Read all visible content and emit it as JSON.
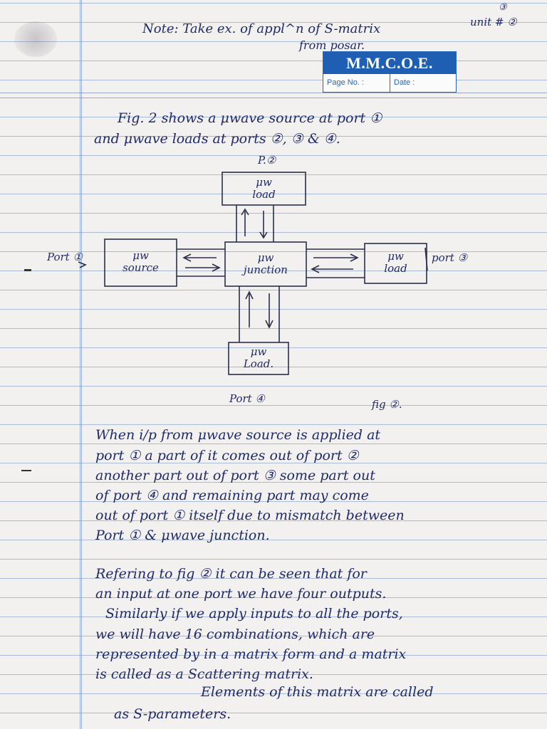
{
  "header": {
    "note": "Note: Take ex. of appl^n of S-matrix",
    "note_cont": "from posar.",
    "unit": "unit # ②",
    "unit_top": "③"
  },
  "stamp": {
    "title": "M.M.C.O.E.",
    "page_no_label": "Page No. :",
    "date_label": "Date :"
  },
  "intro": [
    "Fig. 2 shows a μwave source at port ①",
    "and μwave loads at ports ②, ③ & ④."
  ],
  "diagram": {
    "top_port": "P.②",
    "top_box": [
      "μw",
      "load"
    ],
    "left_port": "Port ①",
    "left_box": [
      "μw",
      "source"
    ],
    "center_box": [
      "μw",
      "junction"
    ],
    "right_box": [
      "μw",
      "load"
    ],
    "right_port": "port ③",
    "bottom_box": [
      "μw",
      "Load."
    ],
    "bottom_port": "Port ④",
    "fig_label": "fig ②."
  },
  "paragraph1": [
    "When i/p from μwave source is applied at",
    "port ① a part of it comes out of port ②",
    "another part out of port ③ some part out",
    "of port ④ and remaining part may come",
    "out of port ① itself due to mismatch between",
    "Port ① & μwave junction."
  ],
  "paragraph2": [
    "Refering to fig ② it can be seen that for",
    "an input at one port we have four outputs.",
    "Similarly if we apply inputs to all the ports,",
    "we will have 16 combinations, which are",
    "represented by in a matrix form and a matrix",
    "is called as a Scattering matrix.",
    "Elements of this matrix are called",
    "as S-parameters."
  ]
}
